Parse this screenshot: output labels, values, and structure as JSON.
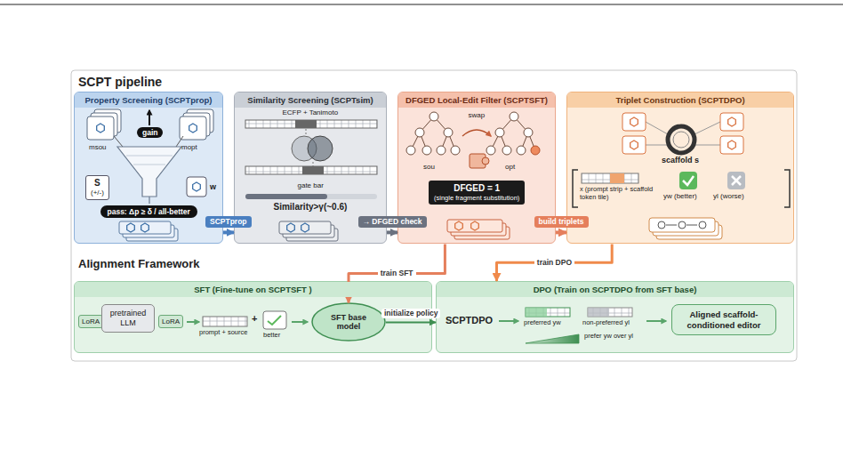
{
  "diagram": {
    "title": "SCPT pipeline",
    "nodes": [
      {
        "text": [
          "Property Screening (SCPTprop)"
        ]
      },
      {
        "text": [
          "gain"
        ],
        "in": 0
      },
      {
        "text": [
          "S",
          "(+/-)"
        ],
        "in": 0
      },
      {
        "text": [
          "pass: Δp ≥ δ / all-better"
        ],
        "in": 0
      },
      {
        "text": [
          "Similarity Screening (SCPTsim)"
        ]
      },
      {
        "text": [
          "DFGED Local-Edit Filter (SCPTSFT)"
        ]
      },
      {
        "text": [
          "DFGED = 1",
          "(single fragment substitution)"
        ],
        "in": 5
      },
      {
        "text": [
          "Triplet Construction (SCPTDPO)"
        ]
      },
      {
        "text": [
          "SFT (Fine-tune on SCPTSFT )"
        ]
      },
      {
        "text": [
          "LoRA"
        ],
        "in": 8
      },
      {
        "text": [
          "pretrained LLM"
        ],
        "in": 8
      },
      {
        "text": [
          "LoRA"
        ],
        "in": 8
      },
      {
        "text": [
          "SFT base model"
        ],
        "in": 8
      },
      {
        "text": [
          "DPO (Train on SCPTDPO from SFT base)"
        ]
      },
      {
        "text": [
          "Aligned scaffold-conditioned editor"
        ],
        "in": 13
      }
    ],
    "edges": [
      {
        "from": 0,
        "to": 4,
        "label": "SCPTprop",
        "arrow": "to"
      },
      {
        "from": 4,
        "to": 5,
        "label": "→ DFGED check",
        "arrow": "to"
      },
      {
        "from": 5,
        "to": 7,
        "label": "build triplets",
        "arrow": "to"
      },
      {
        "from": 5,
        "to": 12,
        "label": "train SFT",
        "arrow": "to"
      },
      {
        "from": 7,
        "to": 13,
        "label": "train DPO",
        "arrow": "to"
      },
      {
        "from": 12,
        "to": 13,
        "label": "initialize policy",
        "arrow": "to"
      }
    ],
    "labels": [
      "msou",
      "mopt",
      "w",
      "ECFP + Tanimoto",
      "gate bar",
      "Similarity>γ(~0.6)",
      "swap",
      "sou",
      "opt",
      "scaffold s",
      "x (prompt strip + scaffold token tile)",
      "yw (better)",
      "yl (worse)",
      "Alignment Framework",
      "prompt + source",
      "+",
      "better",
      "SCPTDPO",
      "preferred yw",
      "non-preferred yl",
      "prefer yw over yl"
    ]
  }
}
